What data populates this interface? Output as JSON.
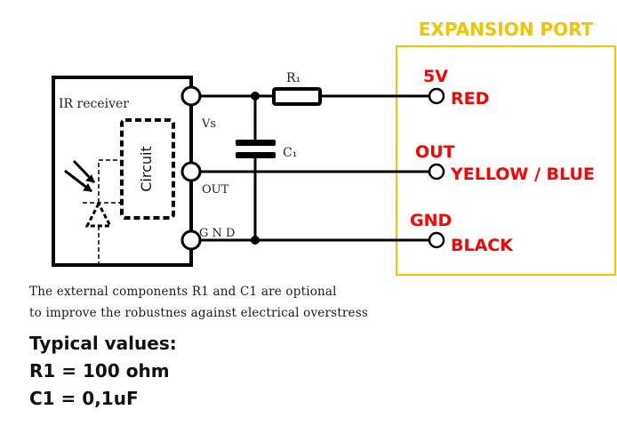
{
  "diagram": {
    "ir_receiver": {
      "title": "IR receiver",
      "circuit_label": "Circuit",
      "pins": {
        "vs": "Vs",
        "out": "OUT",
        "gnd": "G N D"
      }
    },
    "components": {
      "resistor": "R₁",
      "capacitor": "C₁"
    },
    "expansion_port": {
      "title": "EXPANSION PORT",
      "pins": [
        {
          "signal": "5V",
          "wire": "RED"
        },
        {
          "signal": "OUT",
          "wire": "YELLOW / BLUE"
        },
        {
          "signal": "GND",
          "wire": "BLACK"
        }
      ]
    },
    "colors": {
      "wire": "#000000",
      "port_border": "#f5c400",
      "port_title": "#f5c400",
      "port_label": "#ff0000"
    }
  },
  "note": {
    "line1": "The external components R1 and C1 are optional",
    "line2": "to improve the robustnes against electrical overstress"
  },
  "typical_values": {
    "heading": "Typical values:",
    "r1": "R1 = 100 ohm",
    "c1": "C1 = 0,1uF"
  }
}
